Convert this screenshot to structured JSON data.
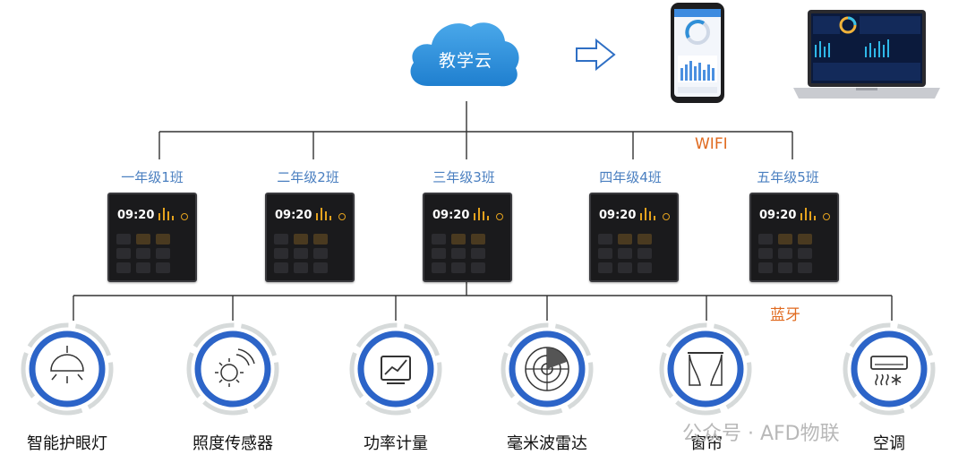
{
  "cloud": {
    "label": "教学云"
  },
  "links": {
    "wifi": "WIFI",
    "bluetooth": "蓝牙"
  },
  "classes": [
    {
      "label": "一年级1班"
    },
    {
      "label": "二年级2班"
    },
    {
      "label": "三年级3班"
    },
    {
      "label": "四年级4班"
    },
    {
      "label": "五年级5班"
    }
  ],
  "panel": {
    "time": "09:20"
  },
  "devices": [
    {
      "label": "智能护眼灯",
      "icon": "ceiling-lamp-icon"
    },
    {
      "label": "照度传感器",
      "icon": "illuminance-sensor-icon"
    },
    {
      "label": "功率计量",
      "icon": "power-meter-icon"
    },
    {
      "label": "毫米波雷达",
      "icon": "radar-icon"
    },
    {
      "label": "窗帘",
      "icon": "curtain-icon"
    },
    {
      "label": "空调",
      "icon": "air-conditioner-icon"
    }
  ],
  "watermark": "公众号 · AFD物联",
  "colors": {
    "cloud": "#2f8fd8",
    "device_ring": "#2c64c8",
    "class_label": "#4a7fc0",
    "link_label": "#e06a1f",
    "panel_accent": "#e4a21e"
  }
}
